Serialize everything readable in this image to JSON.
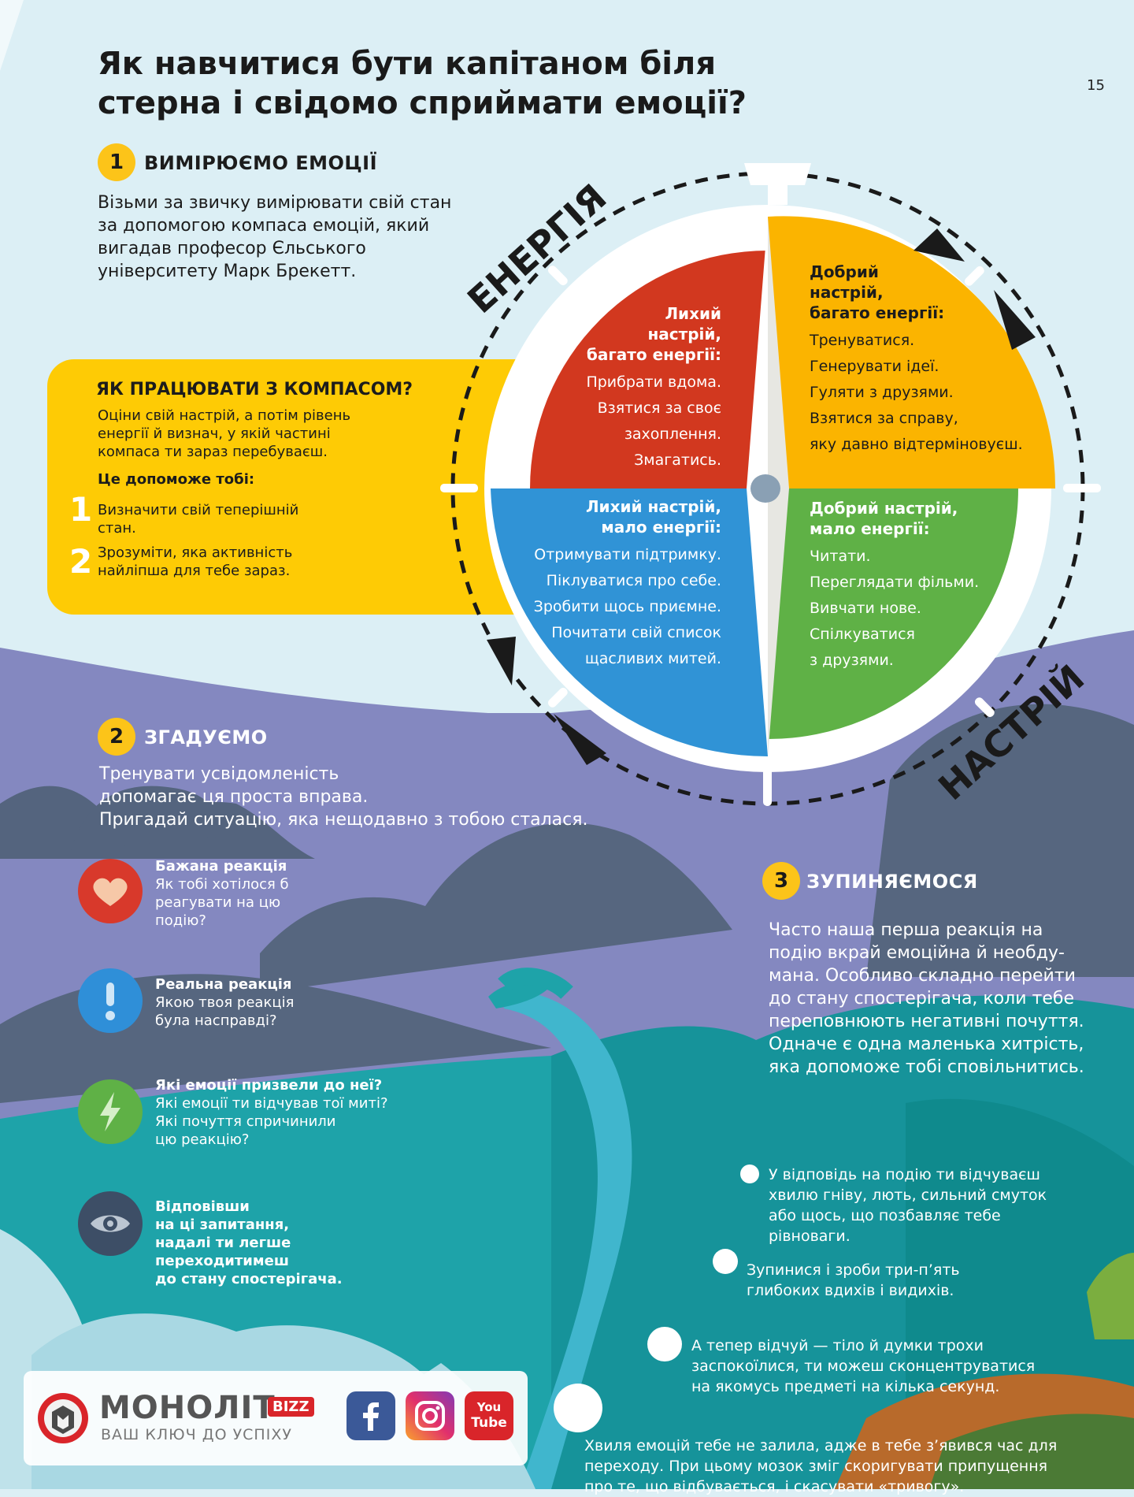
{
  "header": {
    "title_line1": "Як навчитися бути капітаном біля",
    "title_line2": "стерна і свідомо сприймати емоції?",
    "page_number": "15"
  },
  "section1": {
    "number": "1",
    "title": "ВИМІРЮЄМО ЕМОЦІЇ",
    "text_lines": [
      "Візьми за звичку вимірювати свій стан",
      "за допомогою компаса емоцій, який",
      "вигадав професор Єльського",
      "університету Марк Брекетт."
    ]
  },
  "howto": {
    "title": "ЯК ПРАЦЮВАТИ З КОМПАСОМ?",
    "text_lines": [
      "Оціни свій настрій, а потім рівень",
      "енергії й визнач, у якій частині",
      "компаса ти зараз перебуваєш."
    ],
    "helps_title": "Це допоможе тобі:",
    "items": [
      {
        "number": "1",
        "lines": [
          "Визначити свій теперішній стан."
        ]
      },
      {
        "number": "2",
        "lines": [
          "Зрозуміти, яка активність",
          "найліпша для тебе зараз."
        ]
      }
    ]
  },
  "compass": {
    "axis_energy": "ЕНЕРГІЯ",
    "axis_mood": "НАСТРІЙ",
    "colors": {
      "red": "#d2381f",
      "yellow": "#fbb400",
      "blue": "#3093d6",
      "green": "#5fb146"
    },
    "quadrants": {
      "red": {
        "title_lines": [
          "Лихий",
          "настрій,",
          "багато енергії:"
        ],
        "items": [
          "Прибрати вдома.",
          "Взятися за своє",
          "захоплення.",
          "Змагатись."
        ]
      },
      "yellow": {
        "title_lines": [
          "Добрий",
          "настрій,",
          "багато енергії:"
        ],
        "items": [
          "Тренуватися.",
          "Генерувати ідеї.",
          "Гуляти з друзями.",
          "Взятися за справу,",
          "яку давно відтерміновуєш."
        ]
      },
      "blue": {
        "title_lines": [
          "Лихий настрій,",
          "мало енергії:"
        ],
        "items": [
          "Отримувати підтримку.",
          "Піклуватися про себе.",
          "Зробити щось приємне.",
          "Почитати свій список",
          "щасливих митей."
        ]
      },
      "green": {
        "title_lines": [
          "Добрий настрій,",
          "мало енергії:"
        ],
        "items": [
          "Читати.",
          "Переглядати фільми.",
          "Вивчати нове.",
          "Спілкуватися",
          "з друзями."
        ]
      }
    }
  },
  "section2": {
    "number": "2",
    "title": "ЗГАДУЄМО",
    "text_lines": [
      "Тренувати усвідомленість",
      "допомагає ця проста вправа.",
      "Пригадай ситуацію, яка нещодавно з тобою сталася."
    ],
    "questions": [
      {
        "icon": "heart-icon",
        "color": "#d8392b",
        "title": "Бажана реакція",
        "lines": [
          "Як тобі хотілося б",
          "реагувати на цю",
          "подію?"
        ]
      },
      {
        "icon": "exclamation-icon",
        "color": "#2f8fd8",
        "title": "Реальна реакція",
        "lines": [
          "Якою твоя реакція",
          "була насправді?"
        ]
      },
      {
        "icon": "lightning-icon",
        "color": "#5fb146",
        "title": "Які емоції призвели до неї?",
        "lines": [
          "Які емоції ти відчував тої миті?",
          "Які почуття спричинили",
          "цю реакцію?"
        ]
      },
      {
        "icon": "eye-icon",
        "color": "#3d4e66",
        "title_lines": [
          "Відповівши",
          "на ці запитання,",
          "надалі ти легше",
          "переходитимеш",
          "до стану спостерігача."
        ]
      }
    ]
  },
  "section3": {
    "number": "3",
    "title": "ЗУПИНЯЄМОСЯ",
    "text_lines": [
      "Часто наша перша реакція на",
      "подію вкрай емоційна й необду-",
      "мана. Особливо складно перейти",
      "до стану спостерігача, коли тебе",
      "переповнюють негативні почуття.",
      "Одначе є одна маленька хитрість,",
      "яка допоможе тобі сповільнитись."
    ],
    "steps": [
      {
        "lines": [
          "У відповідь на подію ти відчуваєш",
          "хвилю гніву, лють, сильний смуток",
          "або щось, що позбавляє тебе",
          "рівноваги."
        ]
      },
      {
        "lines": [
          "Зупинися і зроби три-п’ять",
          "глибоких вдихів і видихів."
        ]
      },
      {
        "lines": [
          "А тепер відчуй — тіло й думки трохи",
          "заспокоїлися, ти можеш сконцентруватися",
          "на якомусь предметі на кілька секунд."
        ]
      },
      {
        "lines": [
          "Хвиля емоцій тебе не залила, адже в тебе з’явився час для",
          "переходу. При цьому мозок зміг скоригувати припущення",
          "про те, що відбувається, і скасувати «тривогу»."
        ]
      }
    ]
  },
  "footer": {
    "brand": "МОНОЛІТ",
    "brand_tag": "BIZZ",
    "slogan": "ВАШ КЛЮЧ ДО УСПІХУ",
    "social": [
      {
        "icon": "facebook-icon",
        "color": "#3b5998"
      },
      {
        "icon": "instagram-icon",
        "color": "#c13584"
      },
      {
        "icon": "youtube-icon",
        "color": "#d9252a",
        "label_top": "You",
        "label_bottom": "Tube"
      }
    ]
  }
}
